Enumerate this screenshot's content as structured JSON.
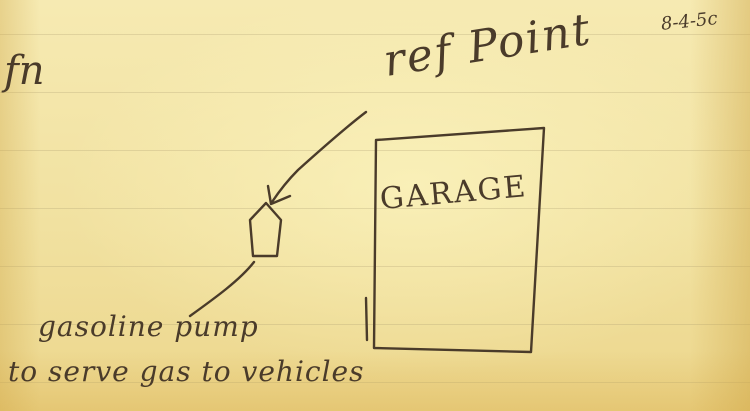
{
  "note": {
    "date": "8-4-5c",
    "fragment": "fn",
    "ref_point_label": "ref Point",
    "garage_label": "GARAGE",
    "pump_label": "gasoline pump",
    "pump_description": "to serve gas to vehicles"
  },
  "icons": {
    "arrow": "arrow-icon",
    "pump": "gas-pump-icon",
    "garage": "garage-building-icon"
  },
  "colors": {
    "paper": "#f4e6a6",
    "ink": "#4a3b2a",
    "rule_lines": "#aa9b6e"
  }
}
